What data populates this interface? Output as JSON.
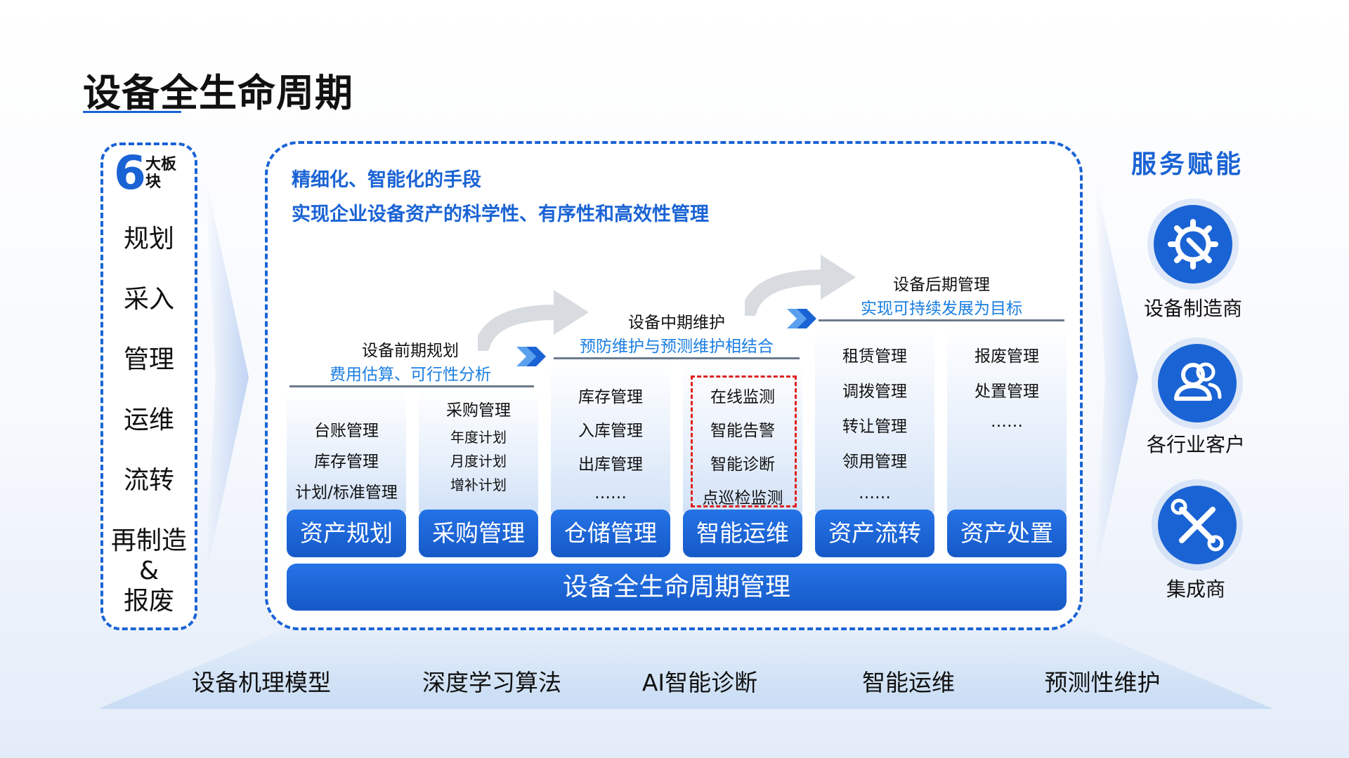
{
  "title": "设备全生命周期",
  "left_panel": {
    "number": "6",
    "unit": "大板块",
    "stages": [
      "规划",
      "采入",
      "管理",
      "运维",
      "流转",
      "再制造",
      "&",
      "报废"
    ]
  },
  "center": {
    "headline1": "精细化、智能化的手段",
    "headline2": "实现企业设备资产的科学性、有序性和高效性管理",
    "phases": [
      {
        "title": "设备前期规划",
        "subtitle": "费用估算、可行性分析"
      },
      {
        "title": "设备中期维护",
        "subtitle": "预防维护与预测维护相结合"
      },
      {
        "title": "设备后期管理",
        "subtitle": "实现可持续发展为目标"
      }
    ],
    "columns": [
      {
        "label": "资产规划",
        "items": [
          "台账管理",
          "库存管理",
          "计划/标准管理"
        ]
      },
      {
        "label": "采购管理",
        "items": [
          "采购管理",
          "年度计划",
          "月度计划",
          "增补计划"
        ]
      },
      {
        "label": "仓储管理",
        "items": [
          "库存管理",
          "入库管理",
          "出库管理",
          "……"
        ]
      },
      {
        "label": "智能运维",
        "items": [
          "在线监测",
          "智能告警",
          "智能诊断",
          "点巡检监测"
        ]
      },
      {
        "label": "资产流转",
        "items": [
          "租赁管理",
          "调拨管理",
          "转让管理",
          "领用管理",
          "……"
        ]
      },
      {
        "label": "资产处置",
        "items": [
          "报废管理",
          "处置管理",
          "……"
        ]
      }
    ],
    "base_label": "设备全生命周期管理"
  },
  "service": {
    "title": "服务赋能",
    "items": [
      {
        "label": "设备制造商",
        "icon": "gear-wrench-icon"
      },
      {
        "label": "各行业客户",
        "icon": "users-icon"
      },
      {
        "label": "集成商",
        "icon": "tools-icon"
      }
    ]
  },
  "technologies": [
    "设备机理模型",
    "深度学习算法",
    "AI智能诊断",
    "智能运维",
    "预测性维护"
  ],
  "colors": {
    "primary": "#1a63d4",
    "accent_red": "#e02020",
    "subtitle_blue": "#1a7ee0"
  }
}
